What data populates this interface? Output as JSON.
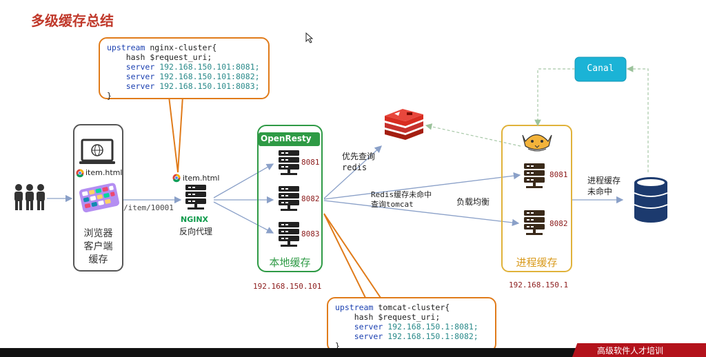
{
  "title": "多级缓存总结",
  "nginx_cfg": {
    "l1_kw": "upstream",
    "l1_rest": "nginx-cluster{",
    "l2": "hash $request_uri;",
    "server_kw": "server",
    "s1": "192.168.150.101:8081;",
    "s2": "192.168.150.101:8082;",
    "s3": "192.168.150.101:8083;",
    "close": "}"
  },
  "tomcat_cfg": {
    "l1_kw": "upstream",
    "l1_rest": "tomcat-cluster{",
    "l2": "hash $request_uri;",
    "server_kw": "server",
    "s1": "192.168.150.1:8081;",
    "s2": "192.168.150.1:8082;",
    "close": "}"
  },
  "browser": {
    "item_html": "item.html",
    "line1": "浏览器",
    "line2": "客户端",
    "line3": "缓存"
  },
  "request_path": "/item/10001",
  "nginx": {
    "item_html": "item.html",
    "label": "反向代理"
  },
  "openresty": {
    "logo": "OpenResty",
    "ports": [
      "8081",
      "8082",
      "8083"
    ],
    "label": "本地缓存",
    "ip": "192.168.150.101"
  },
  "edges": {
    "redis_first_1": "优先查询",
    "redis_first_2": "redis",
    "redis_miss_1": "Redis缓存未命中",
    "redis_miss_2": "查询tomcat",
    "load_balance": "负载均衡",
    "process_miss_1": "进程缓存",
    "process_miss_2": "未命中"
  },
  "process": {
    "ports": [
      "8081",
      "8082"
    ],
    "label": "进程缓存",
    "ip": "192.168.150.1"
  },
  "canal": "Canal",
  "banner": "高级软件人才培训",
  "colors": {
    "title": "#c0392b",
    "openresty": "#2e9a45",
    "process": "#e0b23a",
    "callout": "#e07b1a",
    "canal": "#1bb3d6"
  }
}
